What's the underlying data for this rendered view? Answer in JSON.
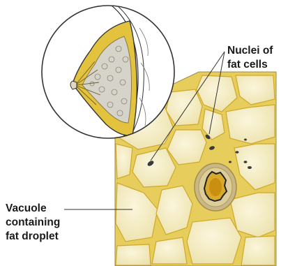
{
  "labels": {
    "nuclei": [
      "Nuclei of",
      "fat cells"
    ],
    "vacuole": [
      "Vacuole",
      "containing",
      "fat droplet"
    ]
  },
  "colors": {
    "cell_fill": "#f2ebc4",
    "cell_border": "#e0bf38",
    "vessel_wall": "#b9a46a",
    "vessel_lumen": "#c99a1c",
    "nucleus": "#2b2b2b",
    "breast_fat": "#e4c23c",
    "lobule": "#d9d6cc",
    "outline": "#333333"
  }
}
